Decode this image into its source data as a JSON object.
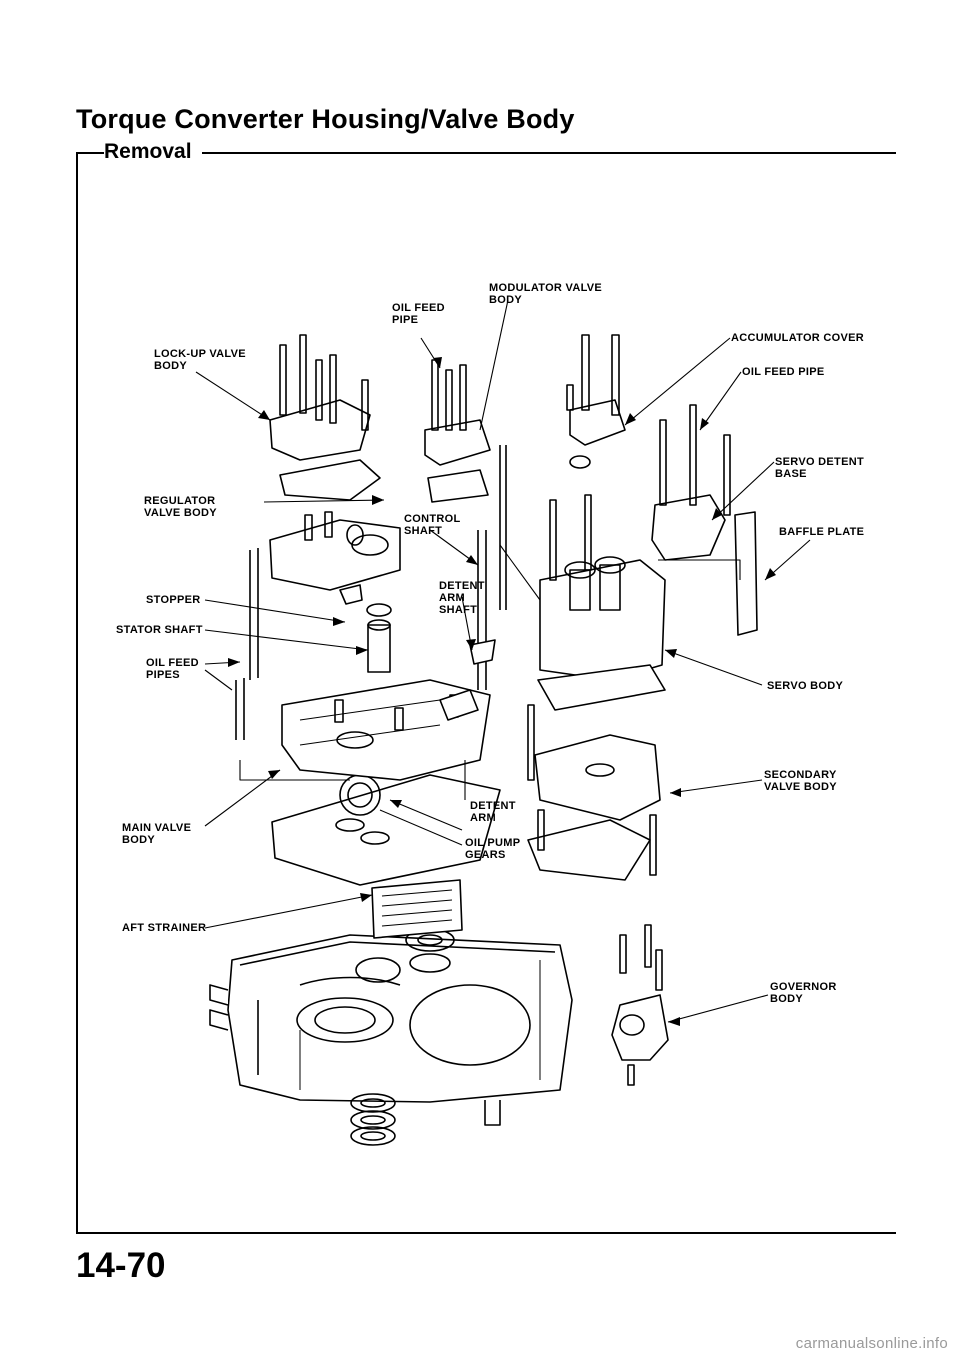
{
  "title": "Torque Converter Housing/Valve Body",
  "section": "Removal",
  "page_number": "14-70",
  "footer": "carmanualsonline.info",
  "labels": {
    "modulator_valve_body": "MODULATOR VALVE\nBODY",
    "oil_feed_pipe_top": "OIL FEED\nPIPE",
    "lockup_valve_body": "LOCK-UP VALVE\nBODY",
    "accumulator_cover": "ACCUMULATOR COVER",
    "oil_feed_pipe_right": "OIL FEED PIPE",
    "servo_detent_base": "SERVO DETENT\nBASE",
    "regulator_valve_body": "REGULATOR\nVALVE BODY",
    "control_shaft": "CONTROL\nSHAFT",
    "baffle_plate": "BAFFLE PLATE",
    "detent_arm_shaft": "DETENT\nARM\nSHAFT",
    "stopper": "STOPPER",
    "stator_shaft": "STATOR SHAFT",
    "oil_feed_pipes": "OIL FEED\nPIPES",
    "servo_body": "SERVO BODY",
    "secondary_valve_body": "SECONDARY\nVALVE BODY",
    "detent_arm": "DETENT\nARM",
    "main_valve_body": "MAIN VALVE\nBODY",
    "oil_pump_gears": "OIL PUMP\nGEARS",
    "aft_strainer": "AFT STRAINER",
    "governor_body": "GOVERNOR\nBODY"
  }
}
